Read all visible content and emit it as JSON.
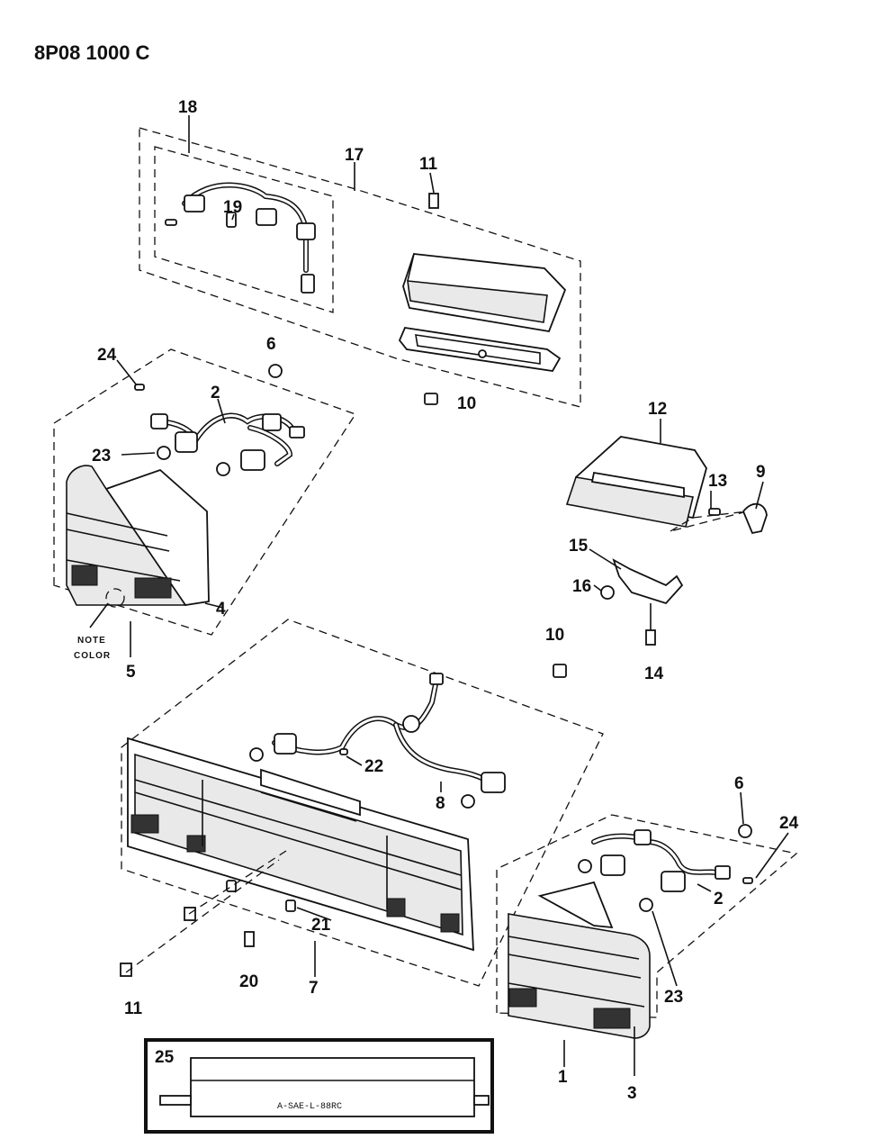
{
  "header": {
    "code": "8P08 1000 C"
  },
  "callouts": {
    "c1": "1",
    "c2a": "2",
    "c2b": "2",
    "c3": "3",
    "c4": "4",
    "c5": "5",
    "c6a": "6",
    "c6b": "6",
    "c7": "7",
    "c8": "8",
    "c9": "9",
    "c10a": "10",
    "c10b": "10",
    "c11a": "11",
    "c11b": "11",
    "c12": "12",
    "c13": "13",
    "c14": "14",
    "c15": "15",
    "c16": "16",
    "c17": "17",
    "c18": "18",
    "c19": "19",
    "c20": "20",
    "c21": "21",
    "c22": "22",
    "c23a": "23",
    "c23b": "23",
    "c24a": "24",
    "c24b": "24",
    "c25": "25"
  },
  "notes": {
    "line1": "NOTE",
    "line2": "COLOR"
  },
  "inset": {
    "marking": "A-SAE-L-88RC"
  }
}
